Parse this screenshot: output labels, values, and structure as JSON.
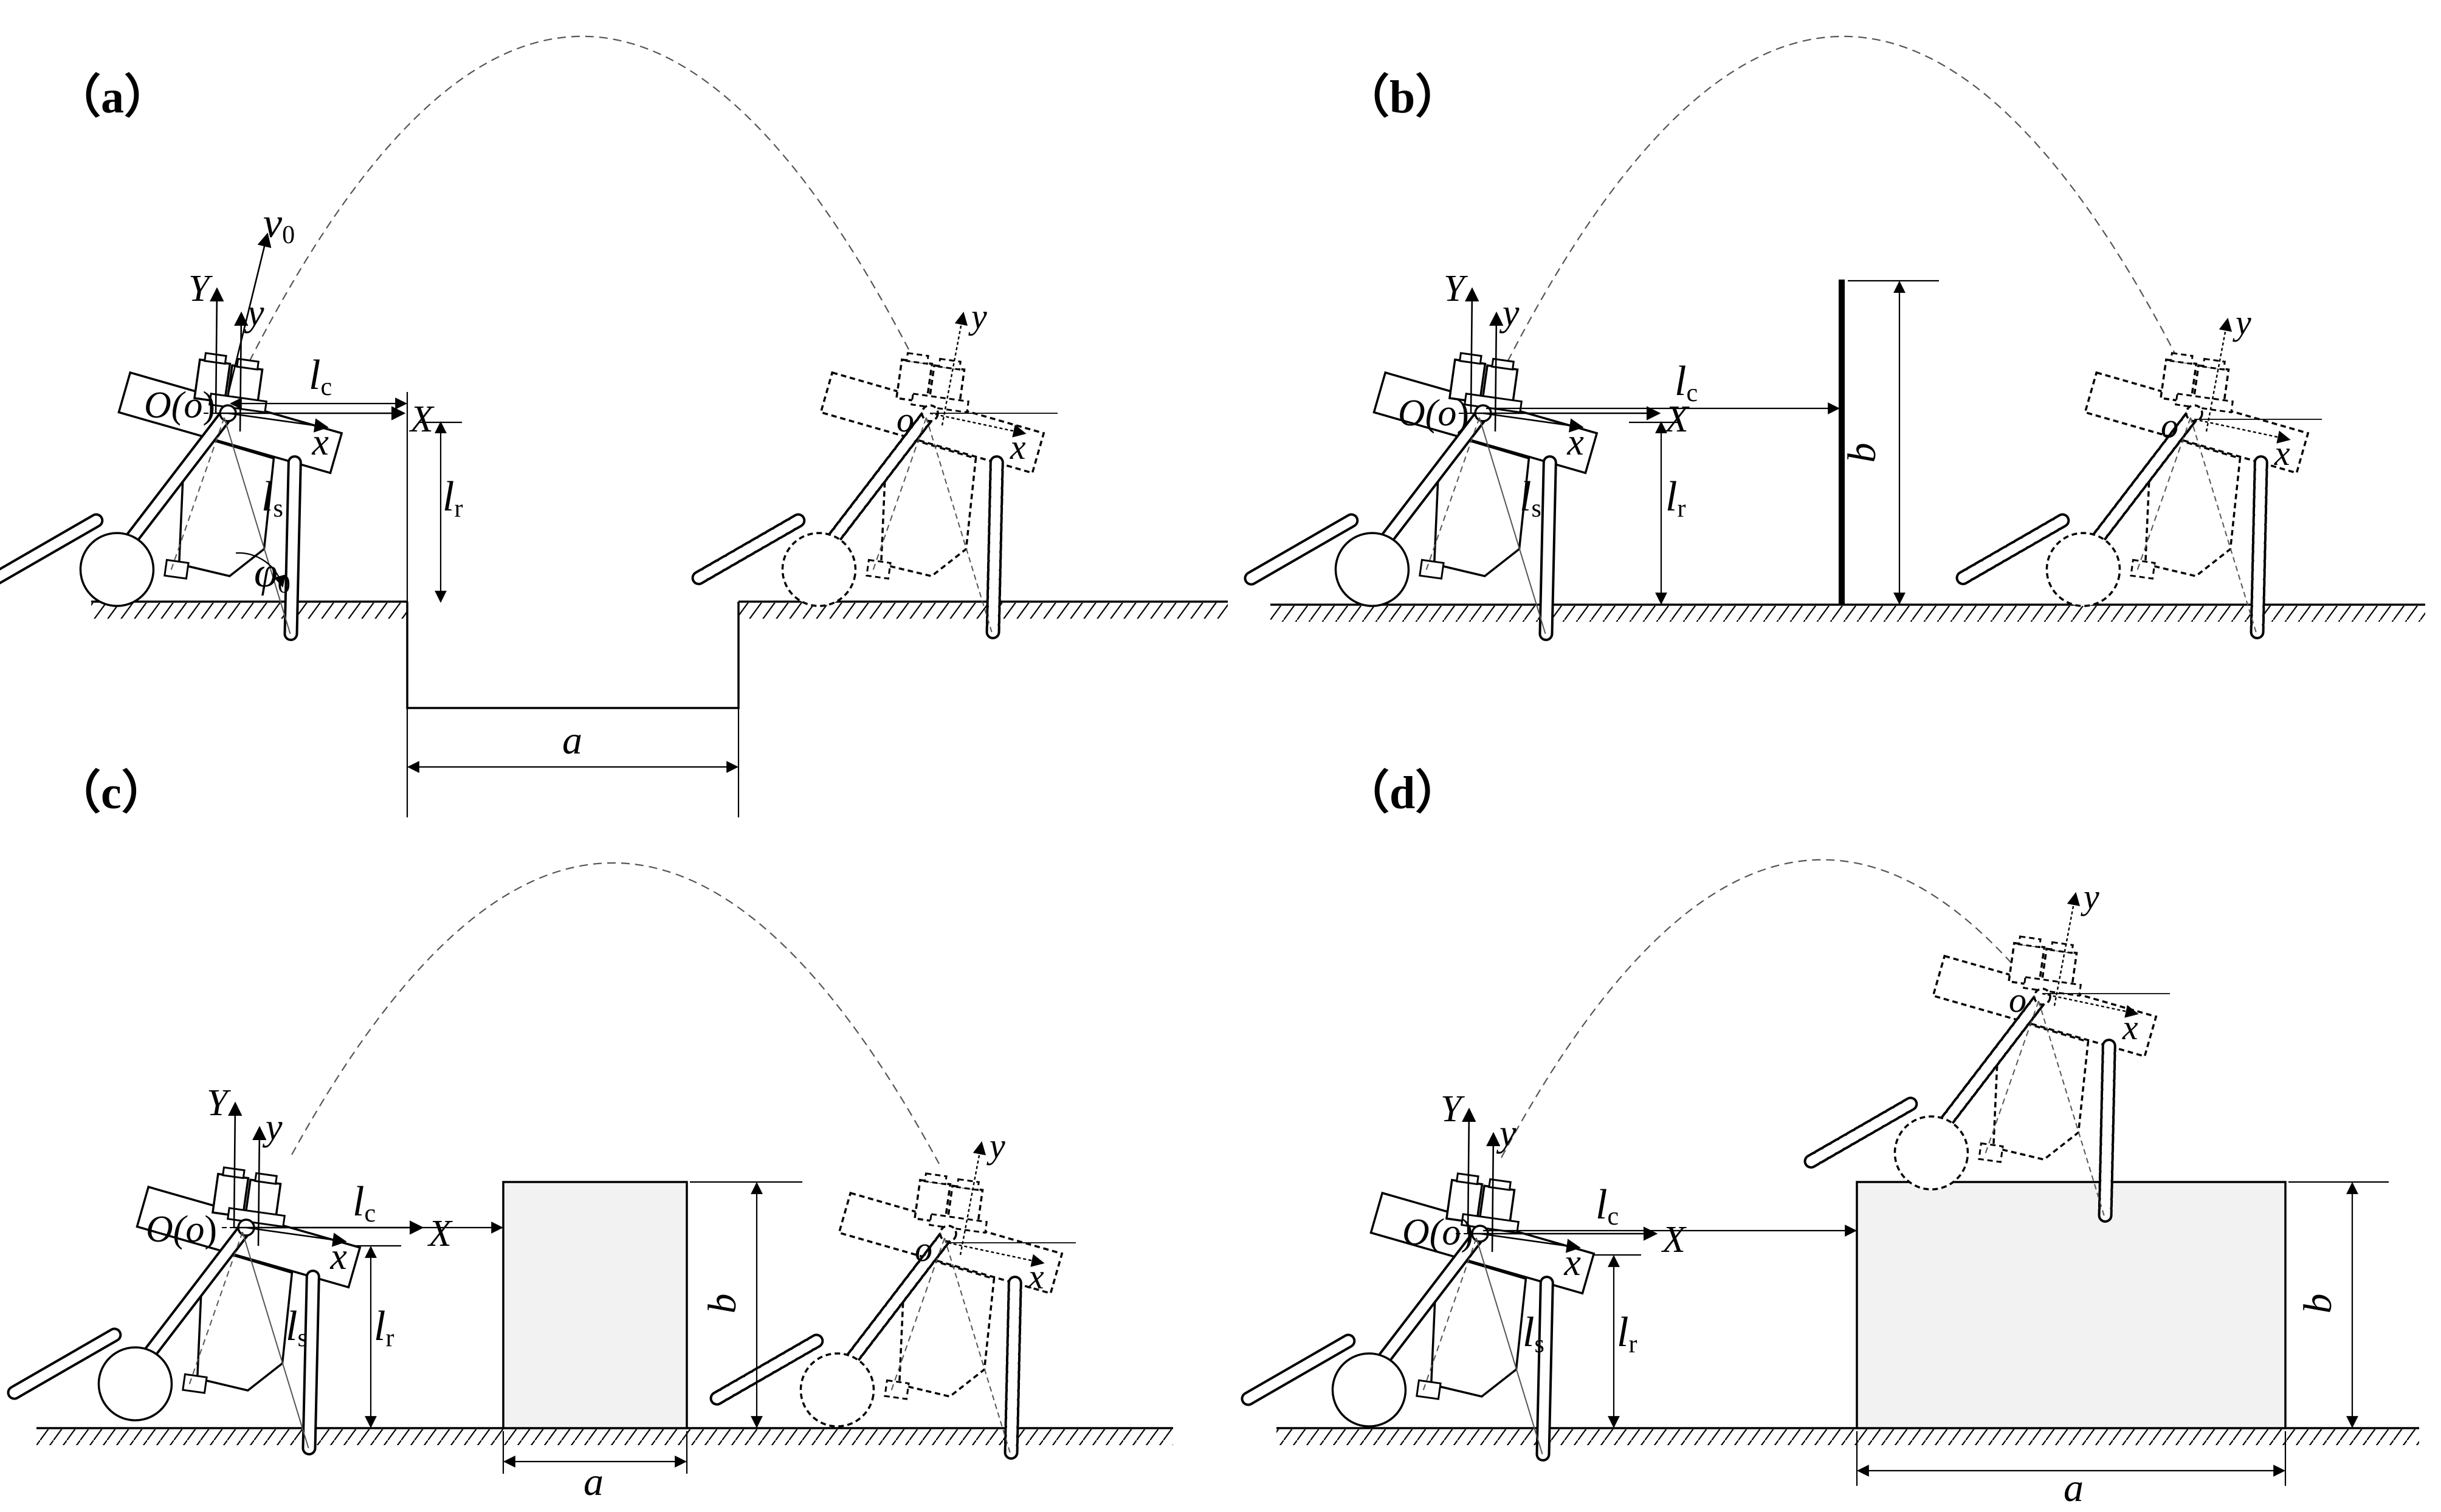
{
  "panels": [
    {
      "label": "（a）",
      "obstacle": "pit",
      "dims": {
        "c": "c",
        "r": "r",
        "s": "s",
        "gap": "a",
        "phi": "0",
        "v": "0"
      }
    },
    {
      "label": "（b）",
      "obstacle": "wall",
      "dims": {
        "c": "c",
        "r": "r",
        "s": "s",
        "height": "b"
      }
    },
    {
      "label": "（c）",
      "obstacle": "box",
      "dims": {
        "c": "c",
        "r": "r",
        "s": "s",
        "width": "a",
        "height": "b"
      }
    },
    {
      "label": "（d）",
      "obstacle": "platform",
      "dims": {
        "c": "c",
        "r": "r",
        "s": "s",
        "width": "a",
        "height": "b"
      }
    }
  ],
  "symbols": {
    "l": "l",
    "v": "v",
    "phi": "φ",
    "O_paren": "O(",
    "o": "o",
    "close_paren": ")",
    "X": "X",
    "Y": "Y",
    "x": "x",
    "y": "y"
  },
  "colors": {
    "ink": "#000000",
    "box_fill": "#f2f2f2",
    "guide": "#555555"
  }
}
